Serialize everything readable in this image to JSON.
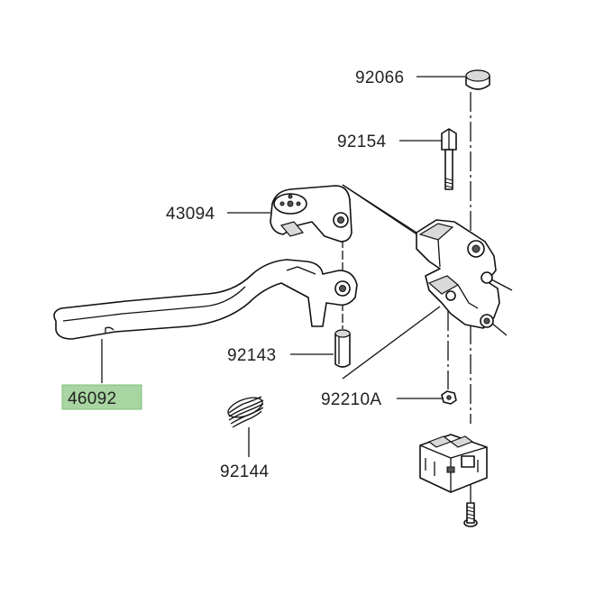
{
  "diagram": {
    "labels": {
      "p92066": "92066",
      "p92154": "92154",
      "p43094": "43094",
      "p92143": "92143",
      "p92210A": "92210A",
      "p46092": "46092",
      "p92144": "92144"
    },
    "highlight_color": "#a8d5a2",
    "line_color": "#111111",
    "text_color": "#222222",
    "highlighted_part": "46092"
  }
}
